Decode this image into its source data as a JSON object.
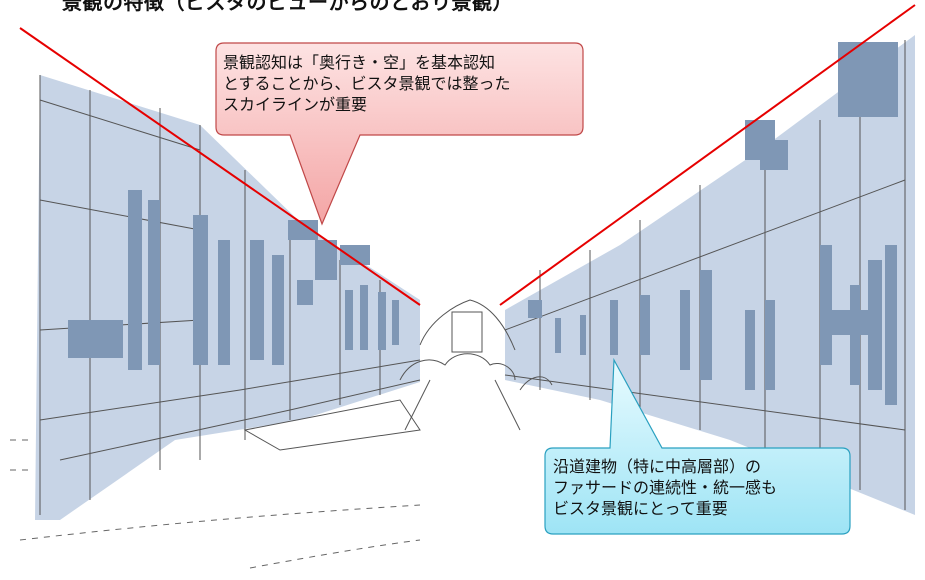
{
  "title": {
    "main": "景観の特徴",
    "sub": "（ビスタのビューからのとおり景観）"
  },
  "callout_top": {
    "lines": [
      "景観認知は「奥行き・空」を基本認知",
      "とすることから、ビスタ景観では整った",
      "スカイラインが重要"
    ]
  },
  "callout_bottom": {
    "lines": [
      "沿道建物（特に中高層部）の",
      "ファサードの連続性・統一感も",
      "ビスタ景観にとって重要"
    ]
  },
  "colors": {
    "facade_fill": "#c7d4e6",
    "facade_dark": "#7f97b5",
    "skyline_line": "#e60000",
    "callout_top_fill": "#f7b2b2",
    "callout_bottom_fill": "#bfeefa"
  }
}
